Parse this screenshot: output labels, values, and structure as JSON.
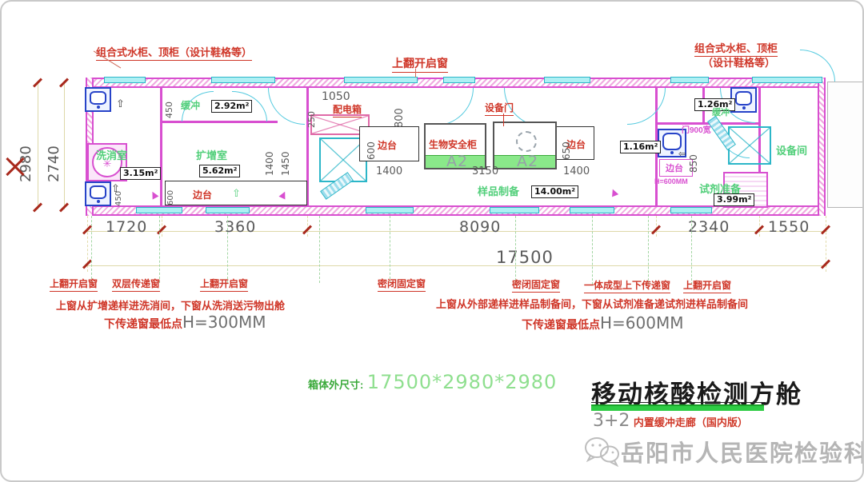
{
  "top_annotations": {
    "left_cabinet": "组合式水柜、顶柜（设计鞋格等）",
    "center_window": "上翻开启窗",
    "right_cabinet_line1": "组合式水柜、顶柜",
    "right_cabinet_line2": "（设计鞋格等）"
  },
  "rooms": {
    "wash": {
      "name": "洗消室",
      "area": "3.15m²"
    },
    "buffer_left": {
      "name": "缓冲",
      "area": "2.92m²"
    },
    "amplification": {
      "name": "扩增室",
      "area": "5.62m²"
    },
    "sample_prep": {
      "name": "样品制备",
      "area": "14.00m²"
    },
    "buffer_right": {
      "name": "缓冲",
      "area": "1.26m²"
    },
    "corridor": {
      "area": "1.16m²"
    },
    "reagent_prep": {
      "name": "试剂准备",
      "area": "3.99m²"
    },
    "equipment": {
      "name": "设备间"
    }
  },
  "fixtures": {
    "power_box": "配电箱",
    "equipment_door": "设备门",
    "biosafety_cabinet": "生物安全柜",
    "bsc_model": "A2",
    "bench": "边台",
    "bench_height": "H=600MM",
    "door_width": "门900宽"
  },
  "dimensions": {
    "bottom": [
      "1720",
      "3360",
      "8090",
      "2340",
      "1550"
    ],
    "total_length": "17500",
    "left_vertical": [
      "2980",
      "2740"
    ],
    "internal": {
      "d450_top": "450",
      "d1050": "1050",
      "d250": "250",
      "d800": "800",
      "d600_bench": "600",
      "d650": "650",
      "d1400a": "1400",
      "d3150": "3150",
      "d1400b": "1400",
      "d1400v": "1400",
      "d1450v": "1450",
      "d600_left": "600",
      "d450_left": "450",
      "d850": "850"
    }
  },
  "window_labels": [
    "上翻开启窗",
    "双层传递窗",
    "上翻开启窗",
    "密闭固定窗",
    "密闭固定窗",
    "一体成型上下传递窗",
    "上翻开启窗"
  ],
  "notes": {
    "left_line1": "上窗从扩增递样进洗消间，下窗从洗消送污物出舱",
    "left_line2_prefix": "下传递窗最低点",
    "left_line2_value": "H=300MM",
    "right_line1": "上窗从外部递样进样品制备间，下窗从试剂准备递试剂进样品制备间",
    "right_line2_prefix": "下传递窗最低点",
    "right_line2_value": "H=600MM"
  },
  "footer": {
    "size_label": "箱体外尺寸:",
    "size_value": "17500*2980*2980",
    "title": "移动核酸检测方舱",
    "subtitle_prefix": "3+2",
    "subtitle": "内置缓冲走廊（国内版）",
    "organization": "岳阳市人民医院检验科"
  }
}
